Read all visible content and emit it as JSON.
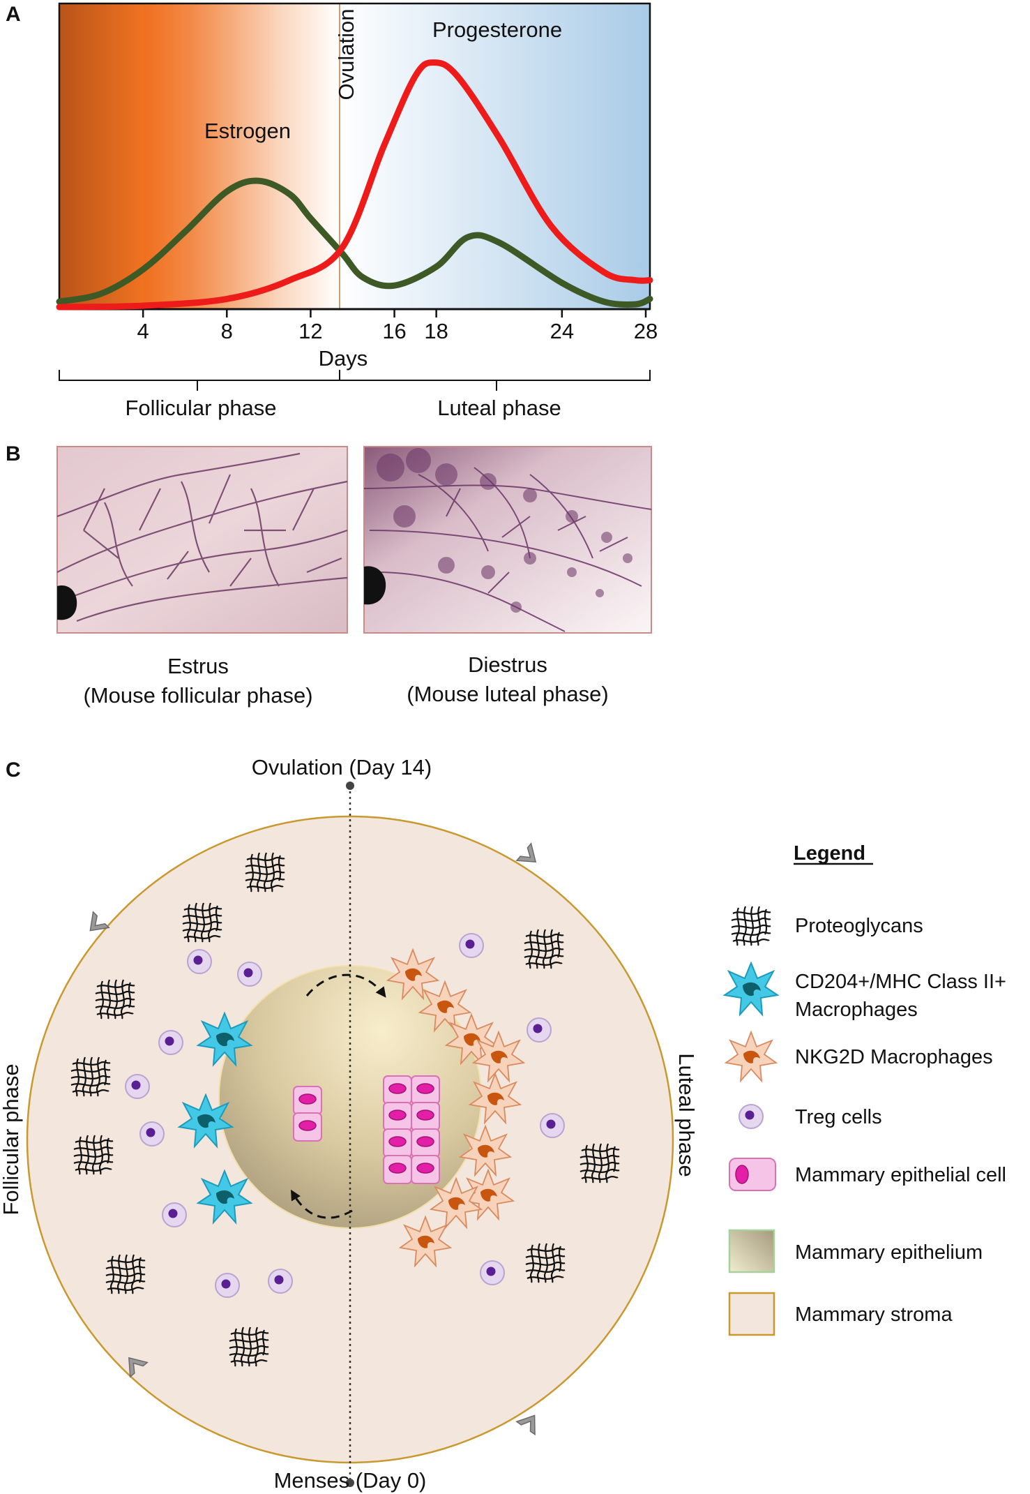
{
  "panels": {
    "a": "A",
    "b": "B",
    "c": "C"
  },
  "panel_a": {
    "chart_data": {
      "type": "line",
      "xlabel": "Days",
      "ylabel": "",
      "xlim": [
        0,
        28.2
      ],
      "x_ticks": [
        4,
        8,
        12,
        16,
        18,
        24,
        28
      ],
      "series": [
        {
          "name": "Estrogen",
          "color": "#3d5a26",
          "x": [
            0,
            2,
            4,
            6,
            8,
            9.5,
            11,
            12,
            13.5,
            14.5,
            16,
            18,
            19.5,
            21,
            24,
            26,
            27.5,
            28.2
          ],
          "y": [
            2,
            5,
            14,
            28,
            43,
            47,
            42,
            33,
            20,
            11,
            8,
            15,
            26,
            24,
            9,
            2,
            1,
            3
          ]
        },
        {
          "name": "Progesterone",
          "color": "#ee1b1b",
          "x": [
            0,
            4,
            8,
            11,
            13.5,
            15.5,
            17,
            17.9,
            19,
            21,
            23.5,
            26,
            27.5,
            28.2
          ],
          "y": [
            0,
            0.5,
            3,
            10,
            22,
            60,
            86,
            91,
            86,
            63,
            30,
            13,
            10,
            10
          ]
        }
      ],
      "annotations": [
        "Ovulation",
        "Progesterone",
        "Estrogen"
      ],
      "phases": [
        "Follicular phase",
        "Luteal phase"
      ]
    }
  },
  "panel_b": {
    "images": [
      {
        "caption": "Estrus",
        "sub": "(Mouse follicular phase)"
      },
      {
        "caption": "Diestrus",
        "sub": "(Mouse luteal phase)"
      }
    ]
  },
  "panel_c": {
    "top_label": "Ovulation (Day 14)",
    "bottom_label": "Menses (Day 0)",
    "left_label": "Follicular phase",
    "right_label": "Luteal phase",
    "legend_title": "Legend",
    "legend": [
      {
        "label": "Proteoglycans",
        "icon": "mesh-icon"
      },
      {
        "label": "CD204+/MHC Class II+",
        "label2": "Macrophages",
        "icon": "macrophage-cyan-icon"
      },
      {
        "label": "NKG2D Macrophages",
        "icon": "macrophage-orange-icon"
      },
      {
        "label": "Treg cells",
        "icon": "treg-cell-icon"
      },
      {
        "label": "Mammary epithelial cell",
        "icon": "epithelial-cell-icon"
      },
      {
        "label": "Mammary epithelium",
        "icon": "epithelium-swatch-icon"
      },
      {
        "label": "Mammary stroma",
        "icon": "stroma-swatch-icon"
      }
    ],
    "colors": {
      "stroma": "#f3e6dc",
      "stroma_border": "#c9982f",
      "macrophage_cyan": "#43c9e6",
      "macrophage_orange": "#f8cfb4",
      "treg": "#e3d6ef",
      "treg_nucleus": "#6a2a9e",
      "epithelial": "#f6c4e6",
      "epithelial_nucleus": "#e21fa6"
    }
  }
}
